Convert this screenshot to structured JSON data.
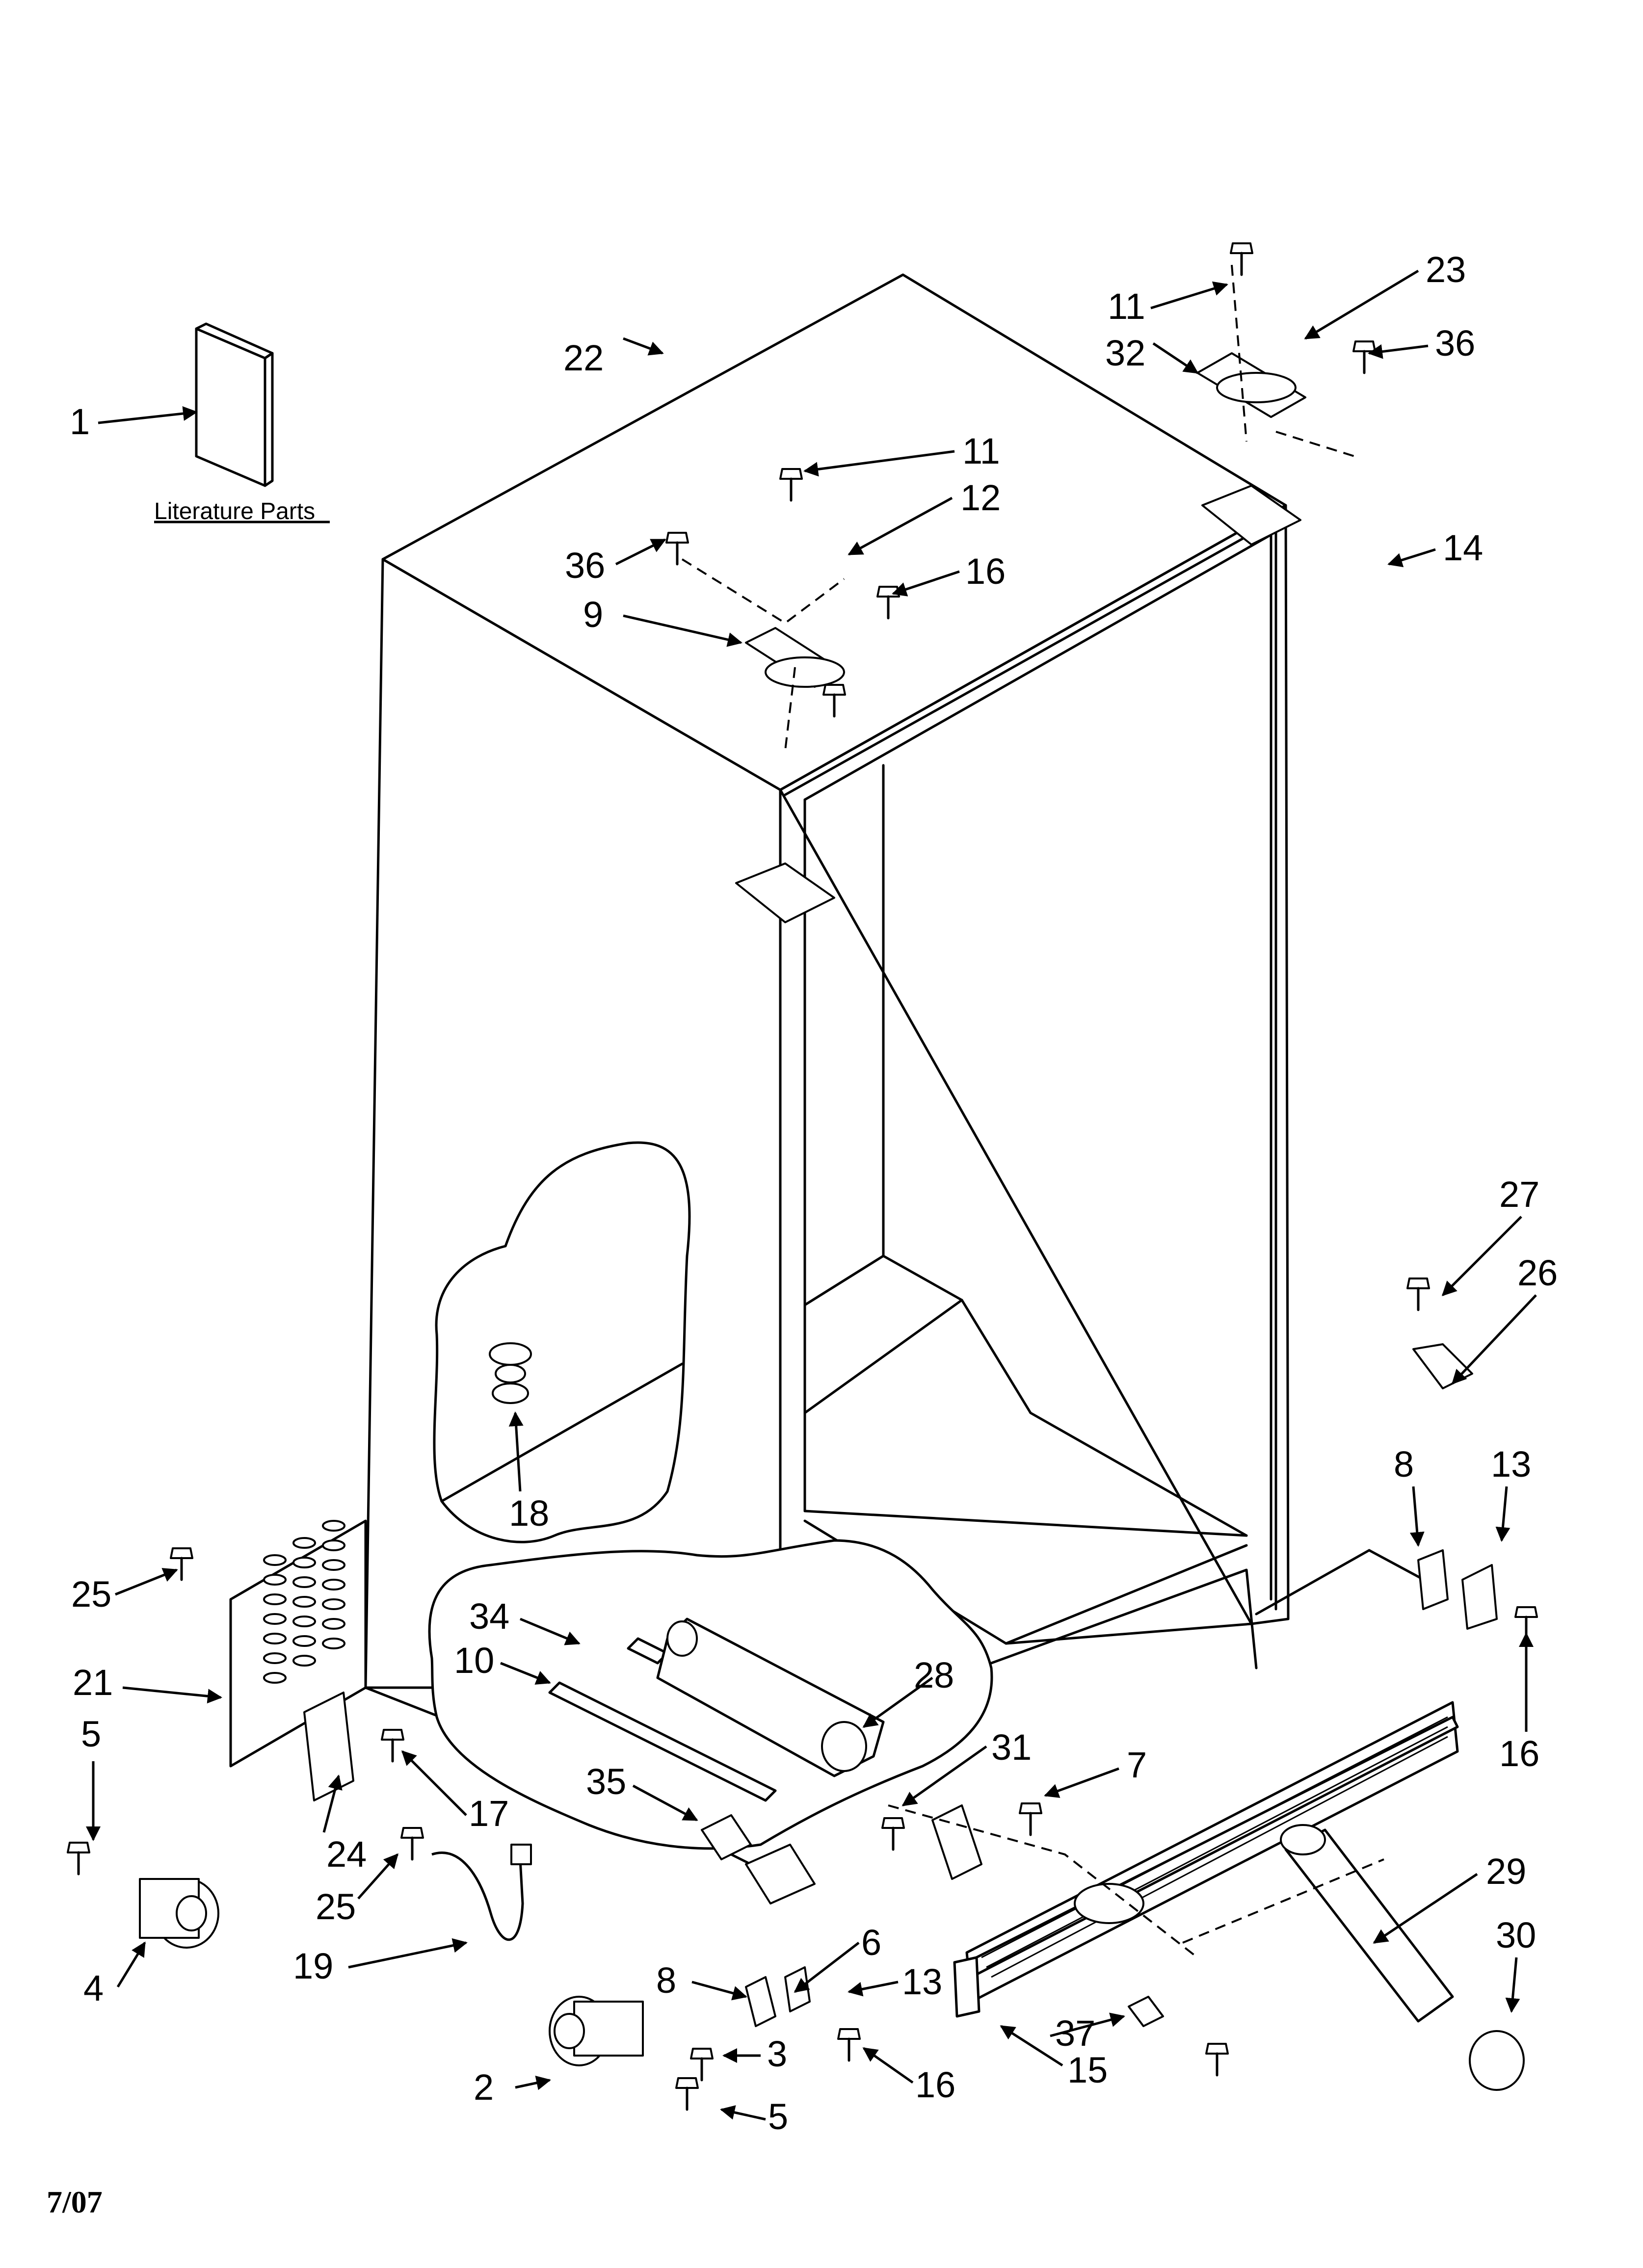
{
  "diagram": {
    "literature": {
      "caption": "Literature Parts"
    },
    "date_code": "7/07",
    "callouts": {
      "c1": "1",
      "c2": "2",
      "c3": "3",
      "c4": "4",
      "c5a": "5",
      "c5b": "5",
      "c6": "6",
      "c7": "7",
      "c8a": "8",
      "c8b": "8",
      "c9": "9",
      "c10": "10",
      "c11a": "11",
      "c11b": "11",
      "c12": "12",
      "c13a": "13",
      "c13b": "13",
      "c14": "14",
      "c15": "15",
      "c16a": "16",
      "c16b": "16",
      "c16c": "16",
      "c17": "17",
      "c18": "18",
      "c19": "19",
      "c21": "21",
      "c22": "22",
      "c23": "23",
      "c24": "24",
      "c25a": "25",
      "c25b": "25",
      "c26": "26",
      "c27": "27",
      "c28": "28",
      "c29": "29",
      "c30": "30",
      "c31": "31",
      "c32": "32",
      "c34": "34",
      "c35": "35",
      "c36a": "36",
      "c36b": "36",
      "c37": "37"
    }
  }
}
